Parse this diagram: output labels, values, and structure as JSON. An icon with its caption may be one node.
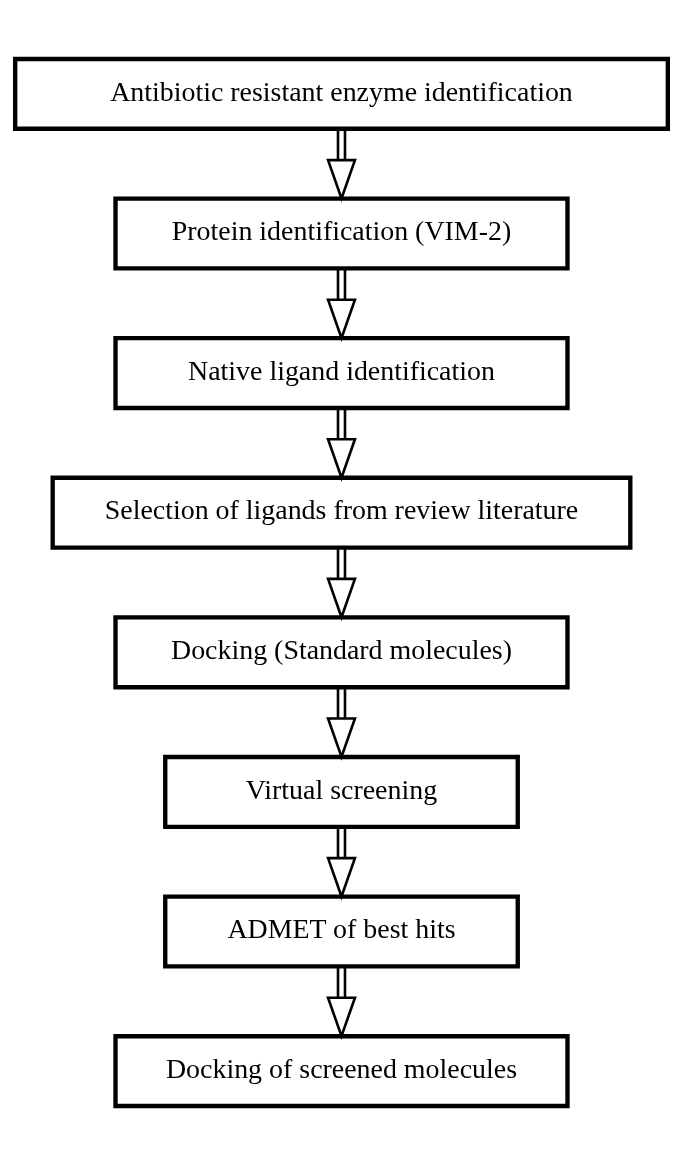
{
  "diagram": {
    "nodes": [
      {
        "text": [
          "Antibiotic resistant enzyme identification"
        ]
      },
      {
        "text": [
          "Protein identification (VIM-2)"
        ]
      },
      {
        "text": [
          "Native ligand identification"
        ]
      },
      {
        "text": [
          "Selection of ligands from review literature"
        ]
      },
      {
        "text": [
          "Docking (Standard molecules)"
        ]
      },
      {
        "text": [
          "Virtual screening"
        ]
      },
      {
        "text": [
          "ADMET of best hits"
        ]
      },
      {
        "text": [
          "Docking of screened molecules"
        ]
      }
    ],
    "edges": [
      {
        "from": 0,
        "to": 1,
        "arrow": "to"
      },
      {
        "from": 1,
        "to": 2,
        "arrow": "to"
      },
      {
        "from": 2,
        "to": 3,
        "arrow": "to"
      },
      {
        "from": 3,
        "to": 4,
        "arrow": "to"
      },
      {
        "from": 4,
        "to": 5,
        "arrow": "to"
      },
      {
        "from": 5,
        "to": 6,
        "arrow": "to"
      },
      {
        "from": 6,
        "to": 7,
        "arrow": "to"
      }
    ]
  }
}
